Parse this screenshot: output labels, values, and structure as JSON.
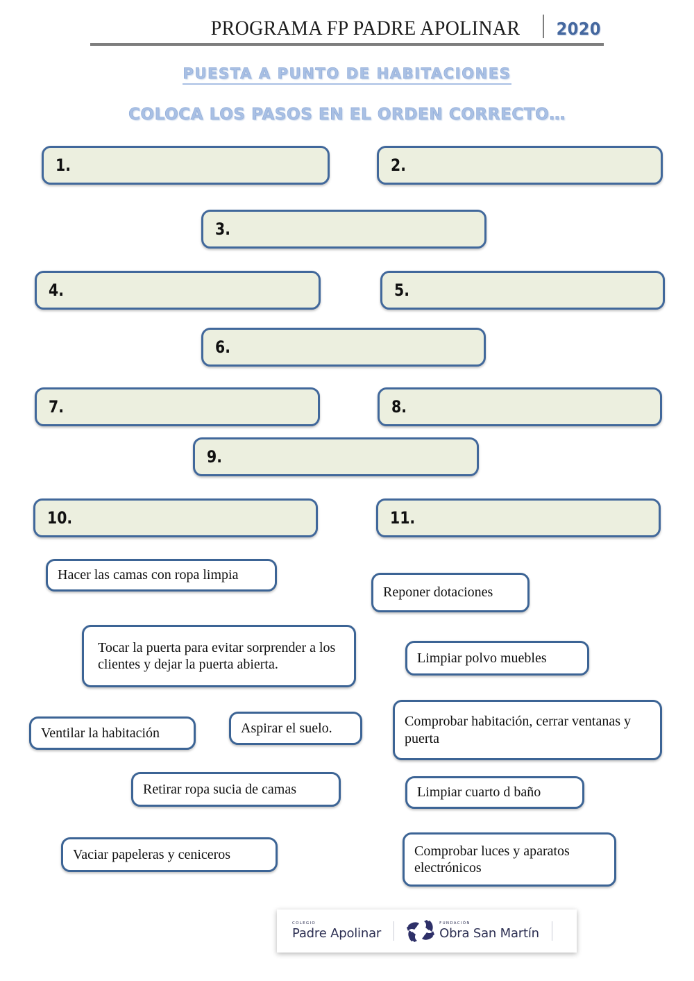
{
  "header": {
    "title": "PROGRAMA FP PADRE APOLINAR",
    "year": "2020",
    "rule_color": "#7e7e7e",
    "year_color": "#45689f"
  },
  "titles": {
    "heading": "PUESTA A PUNTO DE HABITACIONES",
    "subheading": "COLOCA LOS PASOS EN EL ORDEN CORRECTO…",
    "color": "#a9c0e4"
  },
  "slots": {
    "fill_color": "#ecefdf",
    "border_color": "#41689b",
    "items": [
      {
        "label": "1."
      },
      {
        "label": "2."
      },
      {
        "label": "3."
      },
      {
        "label": "4."
      },
      {
        "label": "5."
      },
      {
        "label": "6."
      },
      {
        "label": "7."
      },
      {
        "label": "8."
      },
      {
        "label": "9."
      },
      {
        "label": "10."
      },
      {
        "label": "11."
      }
    ]
  },
  "cards": {
    "border_color": "#3c6495",
    "items": [
      {
        "text": "Hacer las camas con ropa limpia"
      },
      {
        "text": "Reponer dotaciones"
      },
      {
        "text": "Tocar la puerta para evitar sorprender a los clientes y dejar la puerta abierta."
      },
      {
        "text": "Limpiar polvo muebles"
      },
      {
        "text": "Ventilar la habitación"
      },
      {
        "text": "Aspirar el suelo."
      },
      {
        "text": "Comprobar habitación, cerrar ventanas y puerta"
      },
      {
        "text": "Retirar ropa sucia de camas"
      },
      {
        "text": "Limpiar cuarto d baño"
      },
      {
        "text": "Vaciar papeleras y ceniceros"
      },
      {
        "text": "Comprobar luces y aparatos electrónicos"
      }
    ]
  },
  "footer": {
    "left_logo": {
      "kicker": "COLEGIO",
      "name": "Padre Apolinar"
    },
    "right_logo": {
      "kicker": "FUNDACIÓN",
      "name": "Obra San Martín"
    },
    "mark_color": "#2e3068"
  }
}
